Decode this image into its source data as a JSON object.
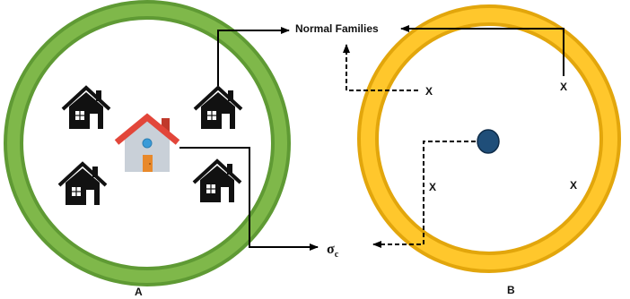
{
  "labels": {
    "normal_families": "Normal Families",
    "sigma": "σ",
    "sigma_sub": "c",
    "x_mark": "X",
    "panel_a": "A",
    "panel_b": "B"
  },
  "colors": {
    "ring_a_outer": "#5f9a34",
    "ring_a_inner": "#7fb84a",
    "ring_b_outer": "#e2a60c",
    "ring_b_inner": "#ffc72c",
    "house_black": "#111111",
    "roof_red": "#e2463a",
    "chimney_red": "#c0392b",
    "house_wall": "#c9d0d8",
    "door_orange": "#e8892b",
    "window_blue": "#3a9bd8",
    "dot_fill": "#1f4e79",
    "arrow": "#000000"
  },
  "icons": {
    "normal_house": "house-icon",
    "special_house": "colored-house-icon",
    "center_dot": "circle-dot"
  }
}
